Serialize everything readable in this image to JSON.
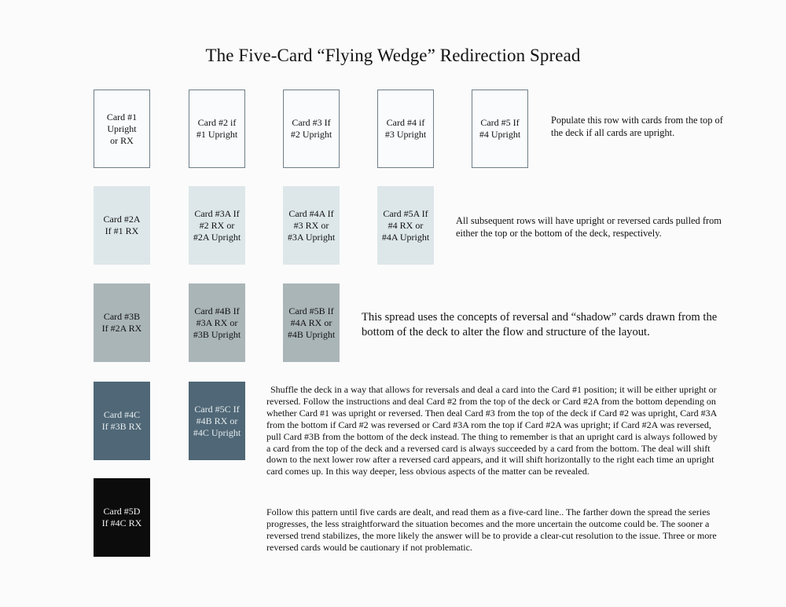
{
  "title": "The Five-Card “Flying Wedge” Redirection Spread",
  "rows": [
    {
      "cards": [
        "Card #1\nUpright\nor RX",
        "Card #2 if\n#1 Upright",
        "Card #3 If\n#2 Upright",
        "Card #4 if\n#3 Upright",
        "Card #5 If\n#4 Upright"
      ],
      "note": "Populate this row with cards from the top of the deck if all cards are upright."
    },
    {
      "cards": [
        "Card #2A\nIf #1 RX",
        "Card #3A If\n#2 RX or\n#2A Upright",
        "Card #4A If\n#3 RX or\n#3A Upright",
        "Card #5A If\n#4 RX or\n#4A Upright"
      ],
      "note": "All subsequent rows will have upright or reversed cards pulled from either the top or the bottom of the deck, respectively."
    },
    {
      "cards": [
        "Card #3B\nIf #2A RX",
        "Card #4B If\n#3A RX or\n#3B Upright",
        "Card #5B If\n#4A RX  or\n#4B Upright"
      ],
      "note": "This spread uses the concepts of reversal and “shadow” cards drawn from the bottom of the deck to alter the flow and structure of the layout."
    },
    {
      "cards": [
        "Card #4C\nIf #3B RX",
        "Card #5C If\n#4B RX or\n#4C Upright"
      ]
    },
    {
      "cards": [
        "Card #5D\nIf #4C RX"
      ]
    }
  ],
  "instructions": [
    "Shuffle the deck in a way that allows for reversals and deal a card into the Card #1 position; it will be either upright or reversed. Follow the instructions and deal Card #2 from the top of the deck or Card #2A from the bottom depending on whether Card #1 was upright or reversed. Then deal Card #3 from the top of the deck if Card #2 was upright, Card #3A from the bottom if Card #2 was reversed or Card #3A rom the top if Card #2A was upright; if Card #2A was reversed, pull Card #3B from the bottom of the deck instead. The thing to remember is that an upright card is always followed by a card from the top of the deck and a reversed card is always succeeded by a card from the bottom.  The deal will shift down to the next lower row after a reversed card appears, and it will shift horizontally to the right each time an upright card comes up. In this way deeper, less obvious aspects of the matter can be revealed.",
    "Follow this pattern until five cards are dealt, and read them as a five-card line.. The farther down the spread the series progresses, the less straightforward the situation becomes and the more uncertain the outcome could be. The sooner a reversed trend stabilizes, the more likely the answer will be to provide a clear-cut resolution to the issue. Three or more reversed cards would be cautionary if not problematic."
  ]
}
